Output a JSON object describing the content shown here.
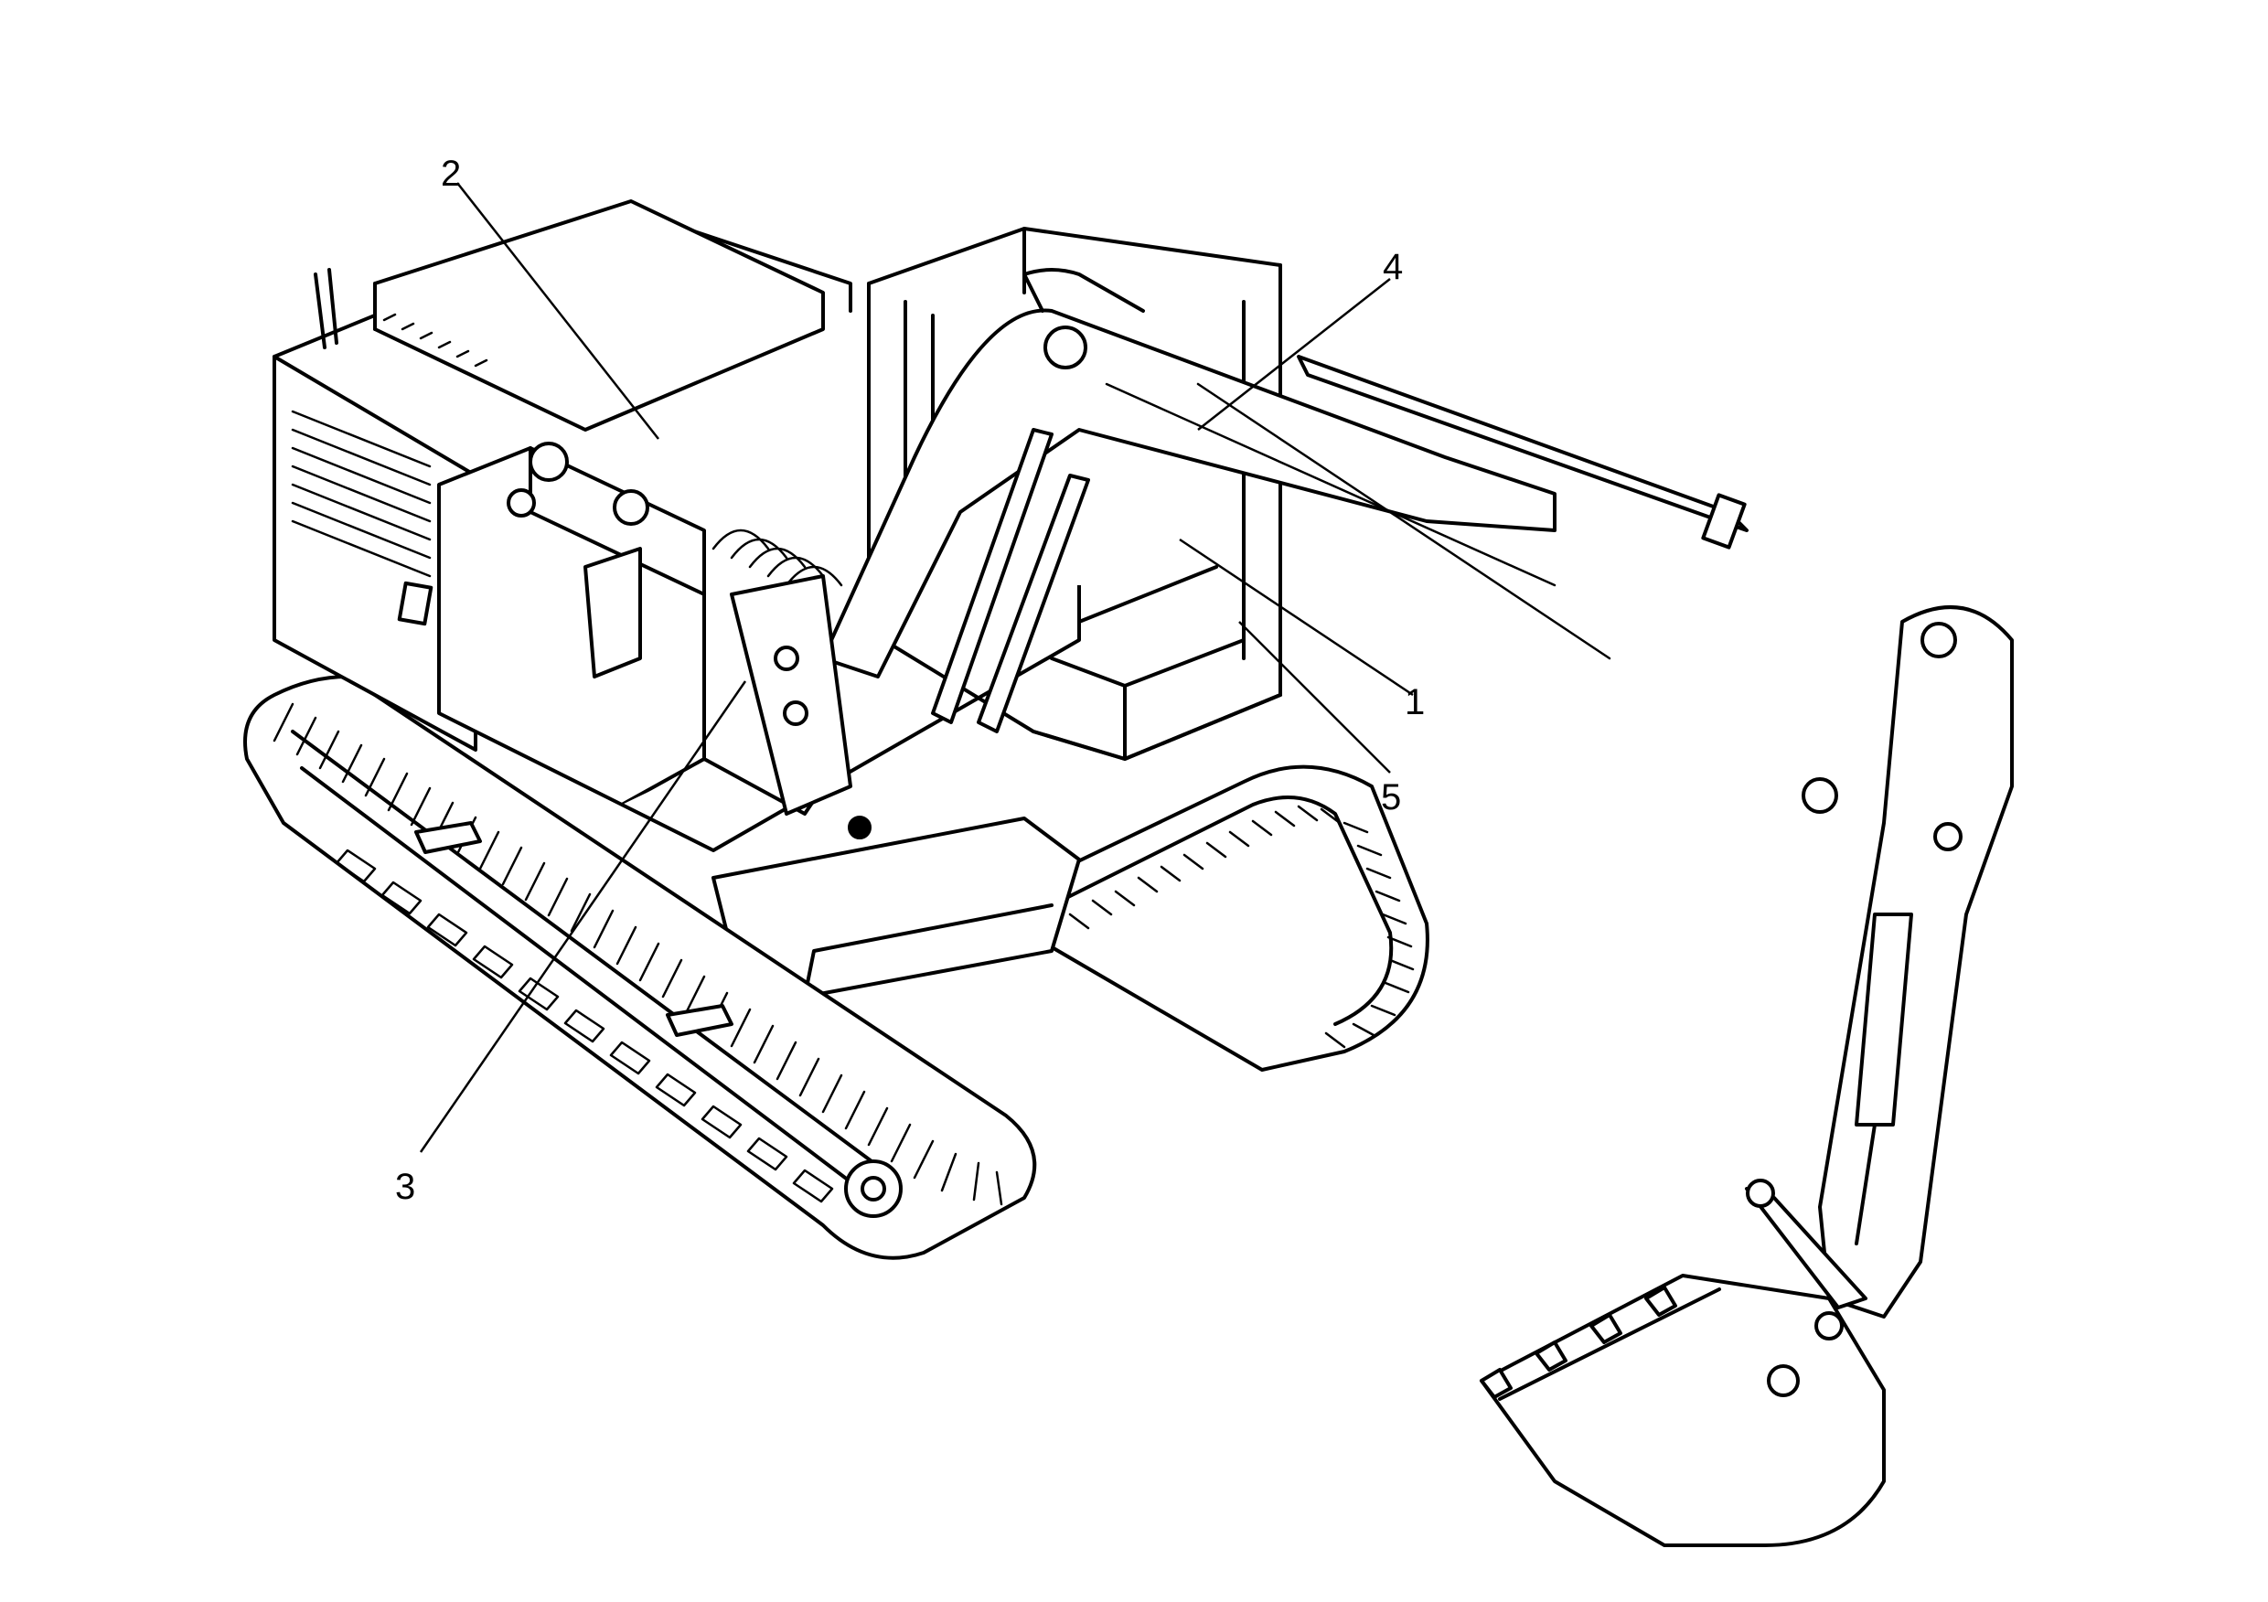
{
  "figure": {
    "subject": "tracked-excavator",
    "callouts": [
      {
        "id": "1",
        "label": "1"
      },
      {
        "id": "2",
        "label": "2"
      },
      {
        "id": "3",
        "label": "3"
      },
      {
        "id": "4",
        "label": "4"
      },
      {
        "id": "5",
        "label": "5"
      }
    ]
  }
}
